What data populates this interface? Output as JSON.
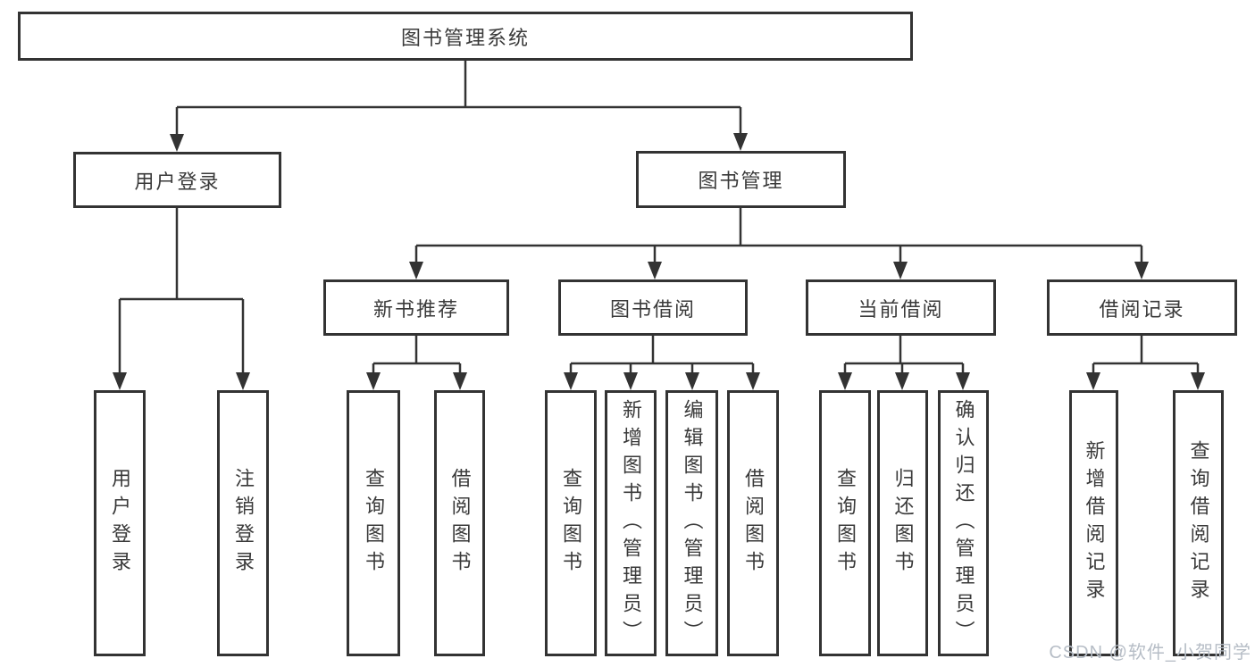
{
  "root": {
    "label": "图书管理系统"
  },
  "branches": [
    {
      "label": "用户登录",
      "leaves": [
        "用户登录",
        "注销登录"
      ]
    },
    {
      "label": "图书管理",
      "groups": [
        {
          "label": "新书推荐",
          "leaves": [
            "查询图书",
            "借阅图书"
          ]
        },
        {
          "label": "图书借阅",
          "leaves": [
            "查询图书",
            "新增图书（管理员）",
            "编辑图书（管理员）",
            "借阅图书"
          ]
        },
        {
          "label": "当前借阅",
          "leaves": [
            "查询图书",
            "归还图书",
            "确认归还（管理员）"
          ]
        },
        {
          "label": "借阅记录",
          "leaves": [
            "新增借阅记录",
            "查询借阅记录"
          ]
        }
      ]
    }
  ],
  "watermark": {
    "text": "CSDN @软件_小贺同学"
  },
  "colors": {
    "line": "#333333",
    "box_border": "#333333",
    "text": "#3a3a3a",
    "watermark": "#b6bdc6",
    "background": "#ffffff"
  }
}
